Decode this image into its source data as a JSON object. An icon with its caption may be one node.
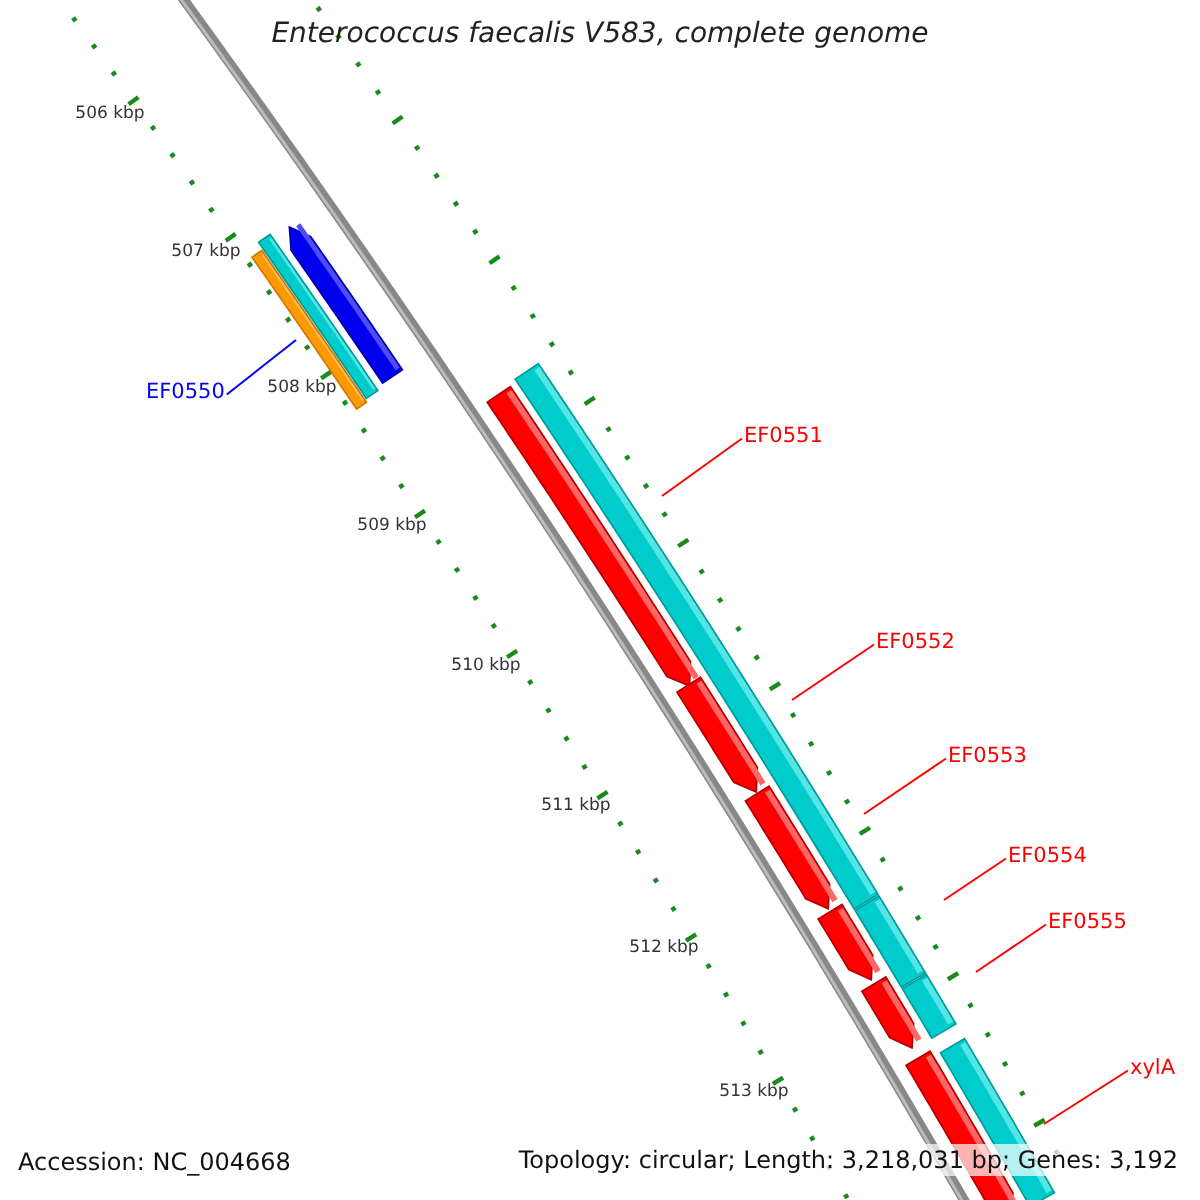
{
  "diagram": {
    "title": "Enterococcus faecalis V583, complete genome",
    "nodes": [
      {
        "text": [
          "EF0550"
        ]
      },
      {
        "text": [
          "EF0551"
        ]
      },
      {
        "text": [
          "EF0552"
        ]
      },
      {
        "text": [
          "EF0553"
        ]
      },
      {
        "text": [
          "EF0554"
        ]
      },
      {
        "text": [
          "EF0555"
        ]
      },
      {
        "text": [
          "xylA"
        ]
      }
    ],
    "edges": [
      {
        "from": 0,
        "to": null,
        "arrow": "none",
        "color": "#0000ff"
      },
      {
        "from": 1,
        "to": null,
        "arrow": "none"
      },
      {
        "from": 2,
        "to": null,
        "arrow": "none"
      },
      {
        "from": 3,
        "to": null,
        "arrow": "none"
      },
      {
        "from": 4,
        "to": null,
        "arrow": "none"
      },
      {
        "from": 5,
        "to": null,
        "arrow": "none"
      },
      {
        "from": 6,
        "to": null,
        "arrow": "none"
      }
    ],
    "labels": [
      "506 kbp",
      "507 kbp",
      "508 kbp",
      "509 kbp",
      "510 kbp",
      "511 kbp",
      "512 kbp",
      "513 kbp",
      "Accession: NC_004668",
      "Topology: circular; Length: 3,218,031 bp; Genes: 3,192"
    ]
  }
}
